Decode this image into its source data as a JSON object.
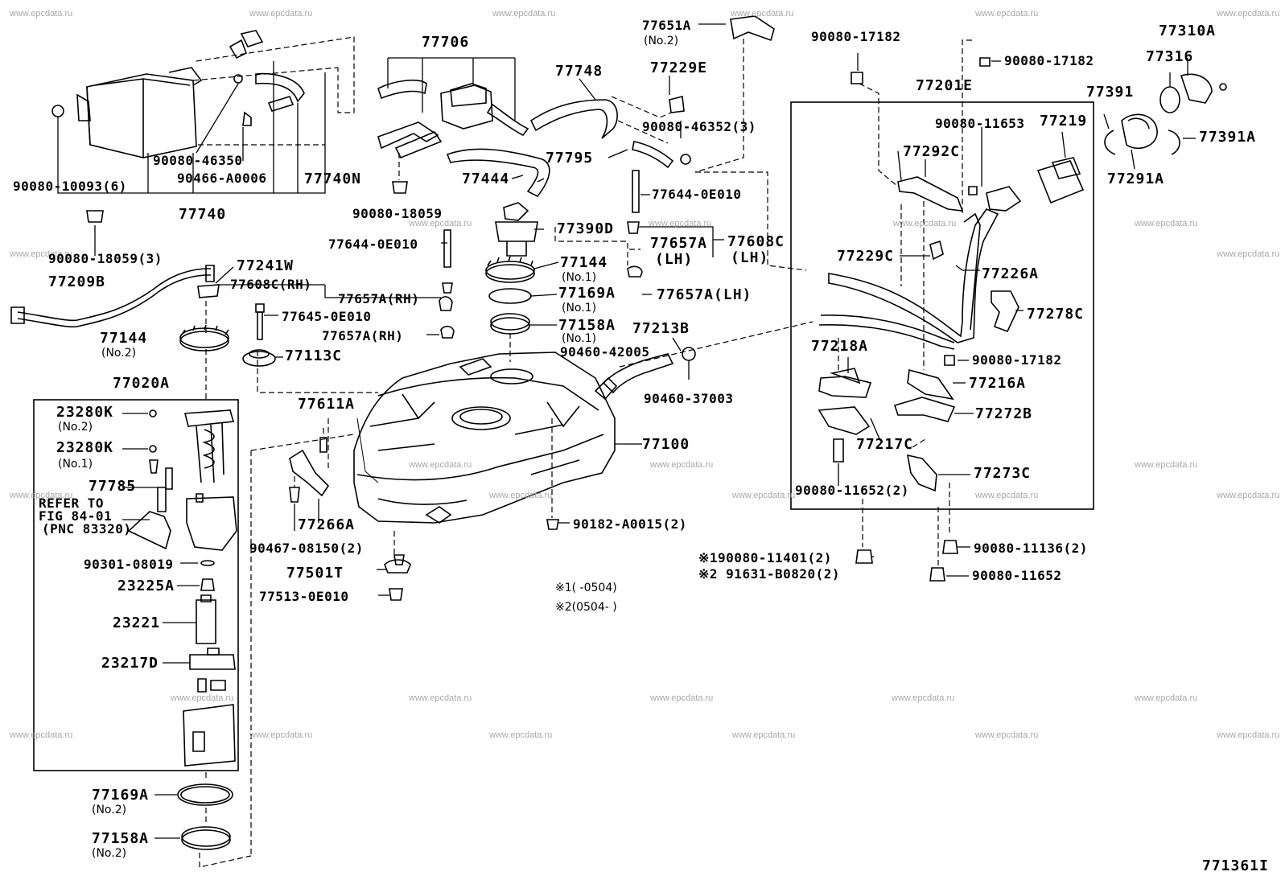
{
  "watermarks": [
    "www.epcdata.ru"
  ],
  "figure_id": "771361I",
  "notes": {
    "note1": "※1(    -0504)",
    "note2": "※2(0504-    )"
  },
  "labels": {
    "p77706": "77706",
    "p77748": "77748",
    "p77651A": "77651A",
    "p77651A_sub": "(No.2)",
    "p90080_17182_top": "90080-17182",
    "p77310A": "77310A",
    "p77316": "77316",
    "p90080_17182_b": "90080-17182",
    "p77229E": "77229E",
    "p77201E": "77201E",
    "p77391": "77391",
    "p90080_46352": "90080-46352(3)",
    "p90080_11653": "90080-11653",
    "p77219": "77219",
    "p77391A": "77391A",
    "p77291A": "77291A",
    "p77292C": "77292C",
    "p77795": "77795",
    "p90080_46350": "90080-46350",
    "p90466_A0006": "90466-A0006",
    "p77740N": "77740N",
    "p90080_10093": "90080-10093(6)",
    "p77740": "77740",
    "p77444": "77444",
    "p77644_0E010_r": "77644-0E010",
    "p90080_18059": "90080-18059",
    "p77390D": "77390D",
    "p77644_0E010_l": "77644-0E010",
    "p77657A": "77657A",
    "p77657A_lh": "(LH)",
    "p77608C": "77608C",
    "p77608C_lh": "(LH)",
    "p90080_18059_3": "90080-18059(3)",
    "p77241W": "77241W",
    "p77209B": "77209B",
    "p77608C_rh": "77608C(RH)",
    "p77144_no1": "77144",
    "p77144_no1_sub": "(No.1)",
    "p77657A_rh1": "77657A(RH)",
    "p77169A_no1": "77169A",
    "p77169A_no1_sub": "(No.1)",
    "p77657A_lh2": "77657A(LH)",
    "p77645": "77645-0E010",
    "p77158A_no1": "77158A",
    "p77158A_no1_sub": "(No.1)",
    "p77213B": "77213B",
    "p77144_no2": "77144",
    "p77144_no2_sub": "(No.2)",
    "p77657A_rh2": "77657A(RH)",
    "p90460_42005": "90460-42005",
    "p77113C": "77113C",
    "p77229C": "77229C",
    "p77226A": "77226A",
    "p77278C": "77278C",
    "p77218A": "77218A",
    "p90080_17182_c": "90080-17182",
    "p77216A": "77216A",
    "p90460_37003": "90460-37003",
    "p77020A": "77020A",
    "p77611A": "77611A",
    "p77100": "77100",
    "p77272B": "77272B",
    "p23280K_no2": "23280K",
    "p23280K_no2_sub": "(No.2)",
    "p23280K_no1": "23280K",
    "p23280K_no1_sub": "(No.1)",
    "p77217C": "77217C",
    "p77273C": "77273C",
    "p90080_11652_2": "90080-11652(2)",
    "p77785": "77785",
    "refer1": "REFER TO",
    "refer2": "FIG 84-01",
    "refer3": "(PNC 83320)",
    "p77266A": "77266A",
    "p90182": "90182-A0015(2)",
    "p90467": "90467-08150(2)",
    "p90080_11401": "※190080-11401(2)",
    "p90080_11136": "90080-11136(2)",
    "p91631": "※2 91631-B0820(2)",
    "p90080_11652": "90080-11652",
    "p90301": "90301-08019",
    "p77501T": "77501T",
    "p23225A": "23225A",
    "p77513": "77513-0E010",
    "p23221": "23221",
    "p23217D": "23217D",
    "p77169A_no2": "77169A",
    "p77169A_no2_sub": "(No.2)",
    "p77158A_no2": "77158A",
    "p77158A_no2_sub": "(No.2)"
  }
}
